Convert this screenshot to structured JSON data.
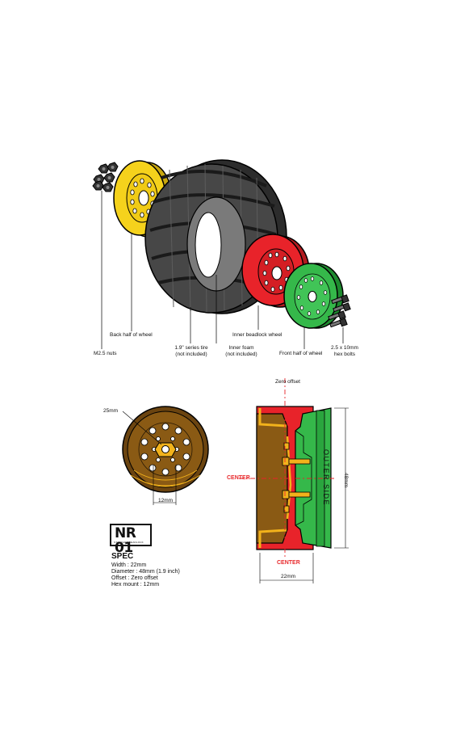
{
  "exploded_labels": {
    "nuts": "M2.5 nuts",
    "back_half": "Back half of wheel",
    "tire_line1": "1.9\" series tire",
    "tire_line2": "(not included)",
    "foam_line1": "Inner foam",
    "foam_line2": "(not included)",
    "beadlock": "Inner beadlock wheel",
    "front_half": "Front half of wheel",
    "bolts_line1": "2.5 x 10mm",
    "bolts_line2": "hex bolts"
  },
  "front_view": {
    "dim_bolt_circle": "25mm",
    "dim_hex": "12mm"
  },
  "section_view": {
    "zero_offset": "Zero offset",
    "center_left": "CENTER",
    "center_bottom": "CENTER",
    "outer_side": "OUTER SIDE",
    "height_dim": "48mm",
    "width_dim": "22mm"
  },
  "logo": {
    "main": "NR 01",
    "sub": "STANDARD BEADLOCK WHEEL"
  },
  "spec": {
    "title": "SPEC",
    "width": "Width : 22mm",
    "diameter": "Diameter : 48mm (1.9 inch)",
    "offset": "Offset : Zero offset",
    "hex": "Hex mount : 12mm"
  },
  "colors": {
    "yellow_wheel": "#f5d21c",
    "red_beadlock": "#e8232a",
    "green_front": "#35b84a",
    "tire": "#3a3a3a",
    "brown_section": "#8a5a14",
    "orange_accent": "#f2b21b"
  }
}
